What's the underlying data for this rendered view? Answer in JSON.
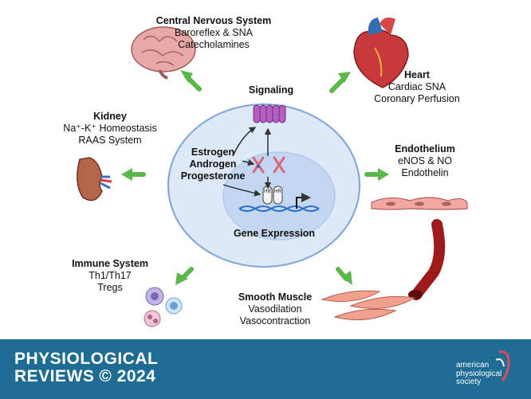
{
  "labels": {
    "cns": {
      "title": "Central Nervous System",
      "lines": [
        "Baroreflex & SNA",
        "Catecholamines"
      ]
    },
    "heart": {
      "title": "Heart",
      "lines": [
        "Cardiac SNA",
        "Coronary Perfusion"
      ]
    },
    "kidney": {
      "title": "Kidney",
      "lines": [
        "Na⁺-K⁺ Homeostasis",
        "RAAS System"
      ]
    },
    "endothelium": {
      "title": "Endothelium",
      "lines": [
        "eNOS & NO",
        "Endothelin"
      ]
    },
    "immune": {
      "title": "Immune System",
      "lines": [
        "Th1/Th17",
        "Tregs"
      ]
    },
    "smooth": {
      "title": "Smooth Muscle",
      "lines": [
        "Vasodilation",
        "Vasocontraction"
      ]
    }
  },
  "cell": {
    "signaling": "Signaling",
    "hormones": [
      "Estrogen",
      "Androgen",
      "Progesterone"
    ],
    "gene_expression": "Gene Expression",
    "receptor": "HR"
  },
  "footer": {
    "journal_line1": "PHYSIOLOGICAL",
    "journal_line2": "REVIEWS",
    "year": "© 2024",
    "publisher": [
      "american",
      "physiological",
      "society"
    ]
  },
  "colors": {
    "footer_bg": "#1e6c93",
    "arrow": "#5cb74a",
    "cell_outer": "#dce8f8",
    "nucleus": "#c3d6f2"
  }
}
